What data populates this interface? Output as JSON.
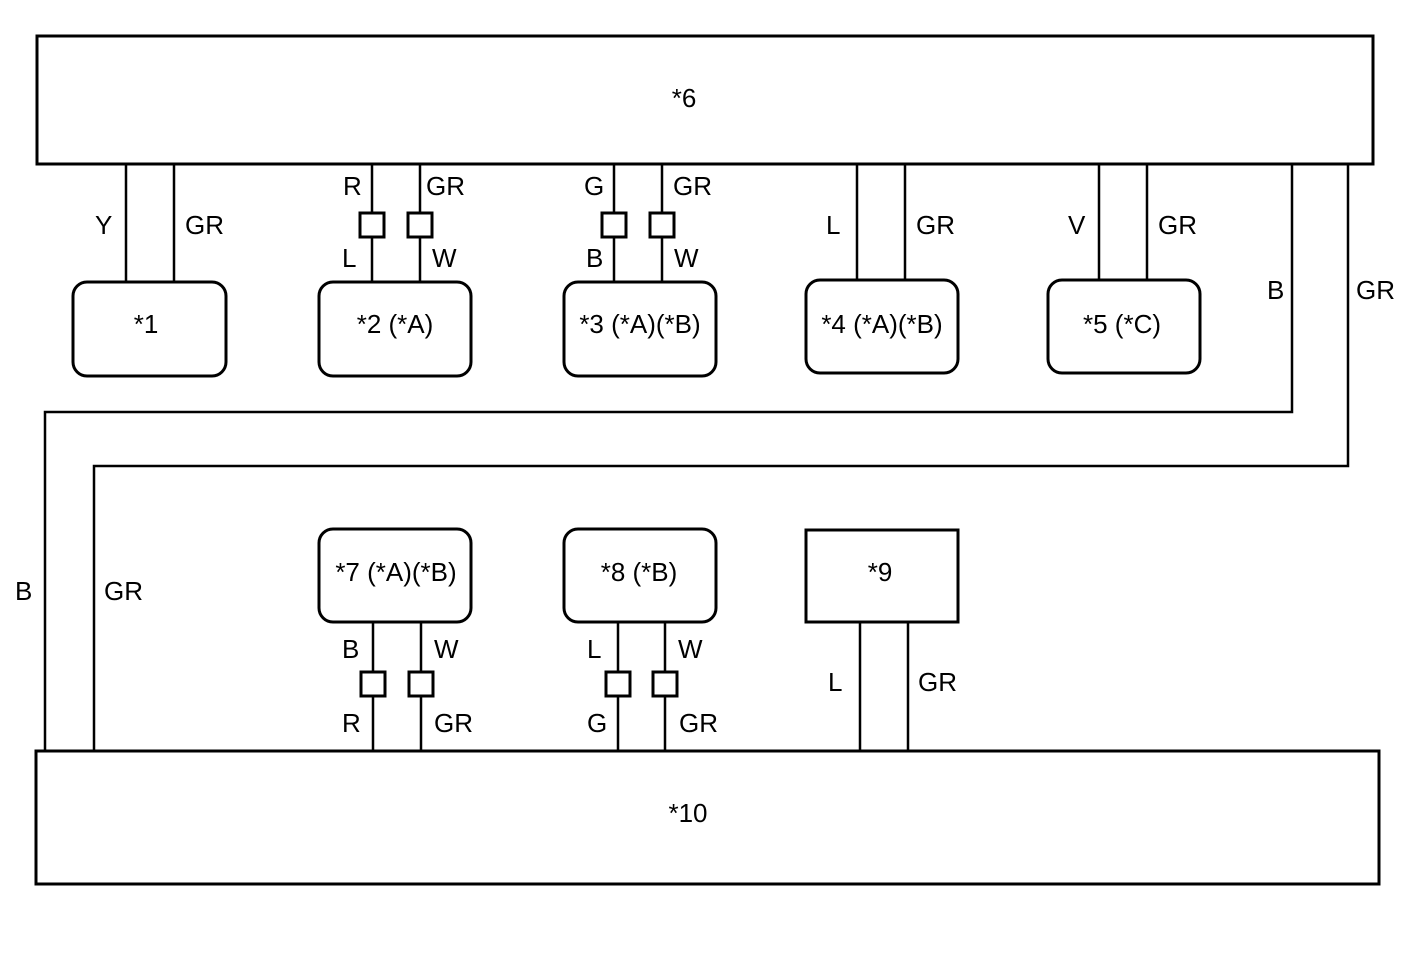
{
  "components": {
    "c1": "*1",
    "c2": "*2 (*A)",
    "c3": "*3 (*A)(*B)",
    "c4": "*4 (*A)(*B)",
    "c5": "*5 (*C)",
    "c6": "*6",
    "c7": "*7 (*A)(*B)",
    "c8": "*8 (*B)",
    "c9": "*9",
    "c10": "*10"
  },
  "wires": {
    "c1_a": "Y",
    "c1_b": "GR",
    "c2_a_top": "R",
    "c2_b_top": "GR",
    "c2_a_bot": "L",
    "c2_b_bot": "W",
    "c3_a_top": "G",
    "c3_b_top": "GR",
    "c3_a_bot": "B",
    "c3_b_bot": "W",
    "c4_a": "L",
    "c4_b": "GR",
    "c5_a": "V",
    "c5_b": "GR",
    "bus_b_right": "B",
    "bus_gr_right": "GR",
    "bus_b_left": "B",
    "bus_gr_left": "GR",
    "c7_a_top": "B",
    "c7_b_top": "W",
    "c7_a_bot": "R",
    "c7_b_bot": "GR",
    "c8_a_top": "L",
    "c8_b_top": "W",
    "c8_a_bot": "G",
    "c8_b_bot": "GR",
    "c9_a": "L",
    "c9_b": "GR"
  }
}
